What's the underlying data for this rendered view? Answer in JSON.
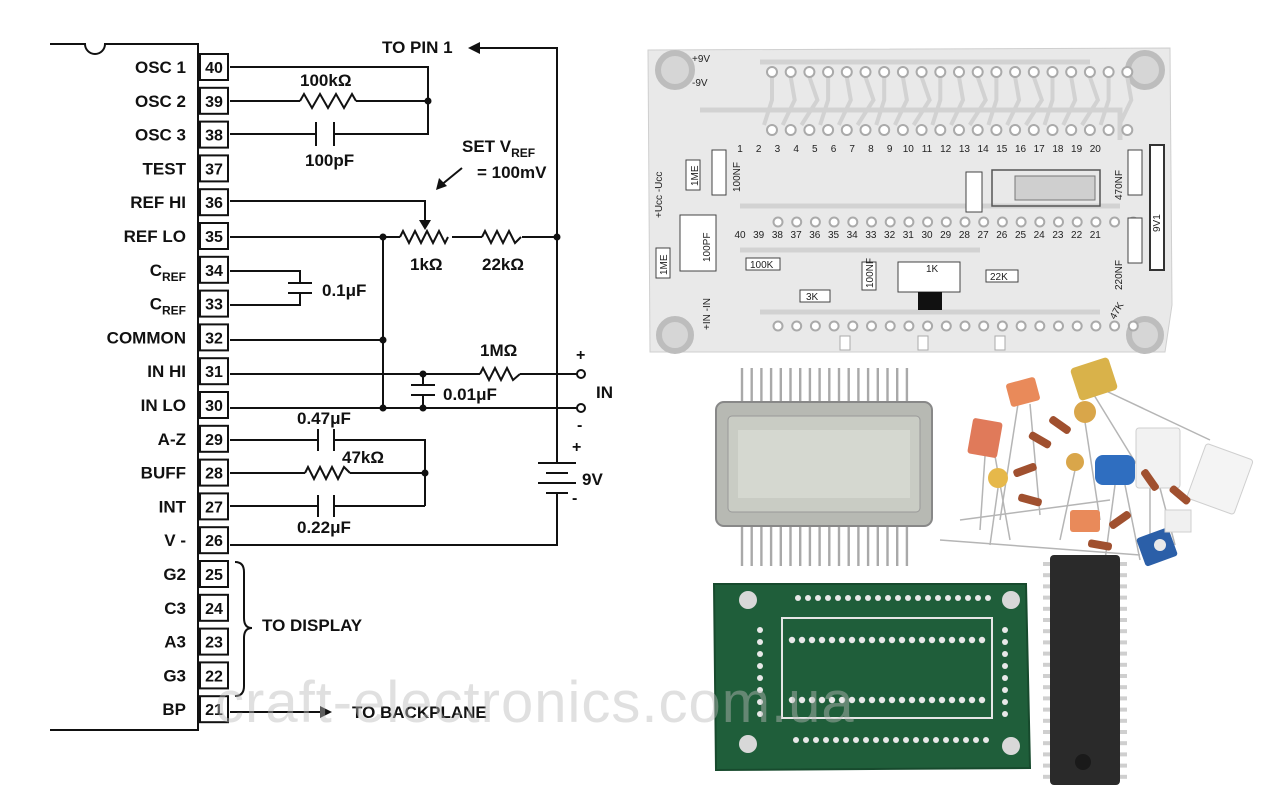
{
  "schematic": {
    "pins": [
      {
        "name": "OSC 1",
        "num": "40"
      },
      {
        "name": "OSC 2",
        "num": "39"
      },
      {
        "name": "OSC 3",
        "num": "38"
      },
      {
        "name": "TEST",
        "num": "37"
      },
      {
        "name": "REF HI",
        "num": "36"
      },
      {
        "name": "REF LO",
        "num": "35"
      },
      {
        "name": "C",
        "sub": "REF",
        "num": "34"
      },
      {
        "name": "C",
        "sub": "REF",
        "num": "33"
      },
      {
        "name": "COMMON",
        "num": "32"
      },
      {
        "name": "IN HI",
        "num": "31"
      },
      {
        "name": "IN LO",
        "num": "30"
      },
      {
        "name": "A-Z",
        "num": "29"
      },
      {
        "name": "BUFF",
        "num": "28"
      },
      {
        "name": "INT",
        "num": "27"
      },
      {
        "name": "V -",
        "num": "26"
      },
      {
        "name": "G2",
        "num": "25"
      },
      {
        "name": "C3",
        "num": "24"
      },
      {
        "name": "A3",
        "num": "23"
      },
      {
        "name": "G3",
        "num": "22"
      },
      {
        "name": "BP",
        "num": "21"
      }
    ],
    "labels": {
      "to_pin1": "TO PIN 1",
      "set_vref_a": "SET V",
      "set_vref_sub": "REF",
      "set_vref_b": "= 100mV",
      "r_osc": "100kΩ",
      "c_osc": "100pF",
      "pot": "1kΩ",
      "r_ref": "22kΩ",
      "c_ref": "0.1μF",
      "r_in": "1MΩ",
      "c_in": "0.01μF",
      "in_label": "IN",
      "plus": "+",
      "minus": "-",
      "c_az": "0.47μF",
      "r_buff": "47kΩ",
      "c_int": "0.22μF",
      "battery": "9V",
      "to_display": "TO DISPLAY",
      "to_backplane": "TO BACKPLANE"
    }
  },
  "pcb": {
    "top_pins": [
      "1",
      "2",
      "3",
      "4",
      "5",
      "6",
      "7",
      "8",
      "9",
      "10",
      "11",
      "12",
      "13",
      "14",
      "15",
      "16",
      "17",
      "18",
      "19",
      "20"
    ],
    "bottom_pins": [
      "40",
      "39",
      "38",
      "37",
      "36",
      "35",
      "34",
      "33",
      "32",
      "31",
      "30",
      "29",
      "28",
      "27",
      "26",
      "25",
      "24",
      "23",
      "22",
      "21"
    ],
    "silk": {
      "vp": "+9V",
      "vm": "-9V",
      "ucc": "+Ucc -Ucc",
      "r1m_a": "1ME",
      "c100n_a": "100NF",
      "r1m_b": "1ME",
      "c100p": "100PF",
      "r100k": "100K",
      "c100n_b": "100NF",
      "r1k": "1K",
      "r22k": "22K",
      "c470n": "470NF",
      "c220n": "220NF",
      "r47k": "47K",
      "r3k": "3K",
      "vol": "9V1",
      "inp": "+IN -IN"
    }
  },
  "watermark": "craft-electronics.com.ua",
  "colors": {
    "ink": "#111111",
    "pcb_white": "#e9e9e9",
    "pcb_green": "#1f5e3a",
    "chip": "#2a2a2a",
    "lcd": "#c9ccc4",
    "cap_orange": "#e98a5a",
    "cap_yellow": "#d9b24a",
    "trimmer_blue": "#2b5fa8"
  }
}
